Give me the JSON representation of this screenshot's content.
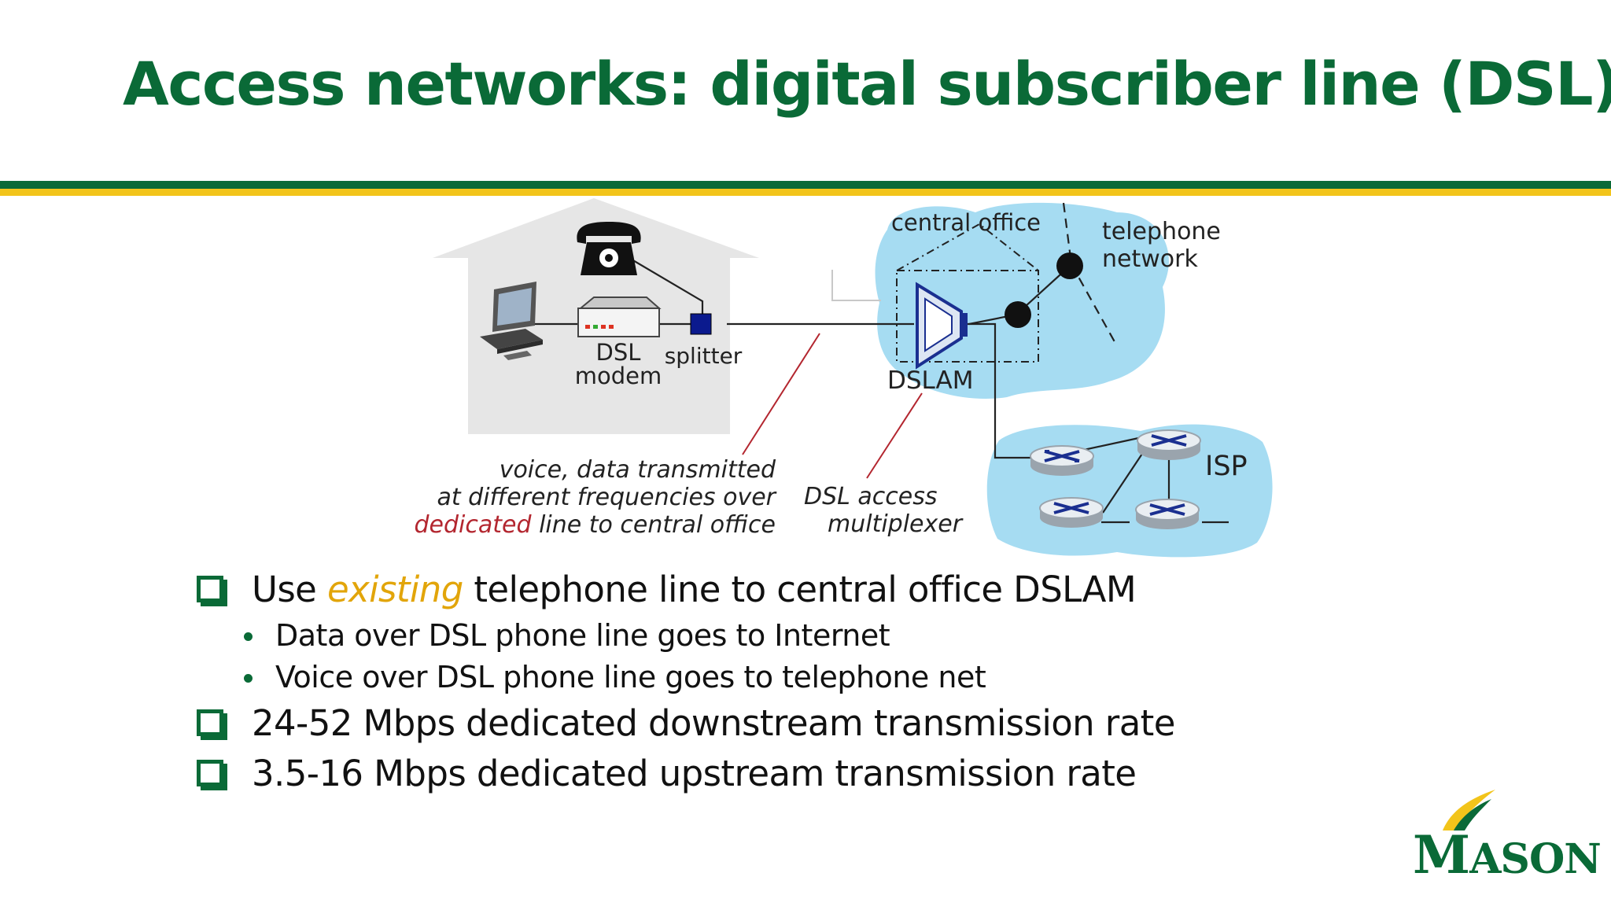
{
  "slide": {
    "title": "Access networks: digital subscriber line (DSL)"
  },
  "diagram": {
    "labels": {
      "dsl_modem_line1": "DSL",
      "dsl_modem_line2": "modem",
      "splitter": "splitter",
      "central_office": "central office",
      "telephone_network_line1": "telephone",
      "telephone_network_line2": "network",
      "dslam": "DSLAM",
      "isp": "ISP",
      "voice_line1": "voice, data transmitted",
      "voice_line2": "at different frequencies over",
      "voice_line3_red": "dedicated",
      "voice_line3_rest": "line to central office",
      "dsl_access_line1": "DSL access",
      "dsl_access_line2": "multiplexer"
    },
    "colors": {
      "cloud": "#a6dcf2",
      "house": "#e6e6e6",
      "callout_line": "#b3262f",
      "splitter": "#0b1a8e"
    }
  },
  "bullets": [
    {
      "level": 1,
      "prefix": "Use ",
      "emphasis": "existing",
      "suffix": " telephone line to central office DSLAM"
    },
    {
      "level": 2,
      "text": "Data over DSL phone line goes to Internet"
    },
    {
      "level": 2,
      "text": "Voice over DSL phone line goes to telephone net"
    },
    {
      "level": 1,
      "text": "24-52 Mbps dedicated downstream transmission rate"
    },
    {
      "level": 1,
      "text": "3.5-16 Mbps dedicated upstream transmission rate"
    }
  ],
  "logo": {
    "text_first": "M",
    "text_rest": "ASON",
    "colors": {
      "green": "#0a6a37",
      "gold": "#f2c41a"
    }
  }
}
